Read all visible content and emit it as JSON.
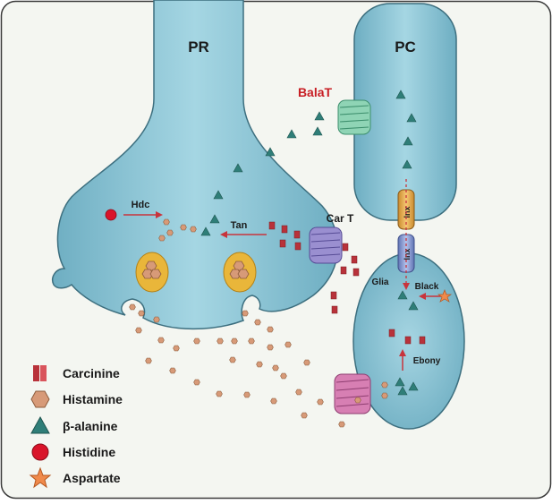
{
  "labels": {
    "pr": "PR",
    "pc": "PC",
    "balat": "BalaT",
    "hdc": "Hdc",
    "tan": "Tan",
    "cart": "Car T",
    "inx1": "Inx",
    "inx2": "Inx",
    "glia": "Glia",
    "black": "Black",
    "ebony": "Ebony"
  },
  "legend": [
    {
      "key": "carcinine",
      "label": "Carcinine",
      "shape": "bar",
      "color": "#b8323a"
    },
    {
      "key": "histamine",
      "label": "Histamine",
      "shape": "hexagon",
      "color": "#d79a78"
    },
    {
      "key": "beta-alanine",
      "label": "β-alanine",
      "shape": "triangle",
      "color": "#2f7e78"
    },
    {
      "key": "histidine",
      "label": "Histidine",
      "shape": "circle",
      "color": "#d9142a"
    },
    {
      "key": "aspartate",
      "label": "Aspartate",
      "shape": "star",
      "color": "#f08a4b"
    }
  ],
  "colors": {
    "background": "#f4f6f1",
    "cell_fill": "#7fbccd",
    "cell_stroke": "#3d6f7f",
    "balat_label": "#c81e24",
    "arrow": "#c8343c",
    "vesicle": "#e9b63a",
    "transporter_balat": "#8fd4b5",
    "transporter_cart": "#9a8fd0",
    "transporter_glia": "#d77fb3",
    "inx_top": "#f2b457",
    "inx_bottom": "#8ea0d6"
  }
}
